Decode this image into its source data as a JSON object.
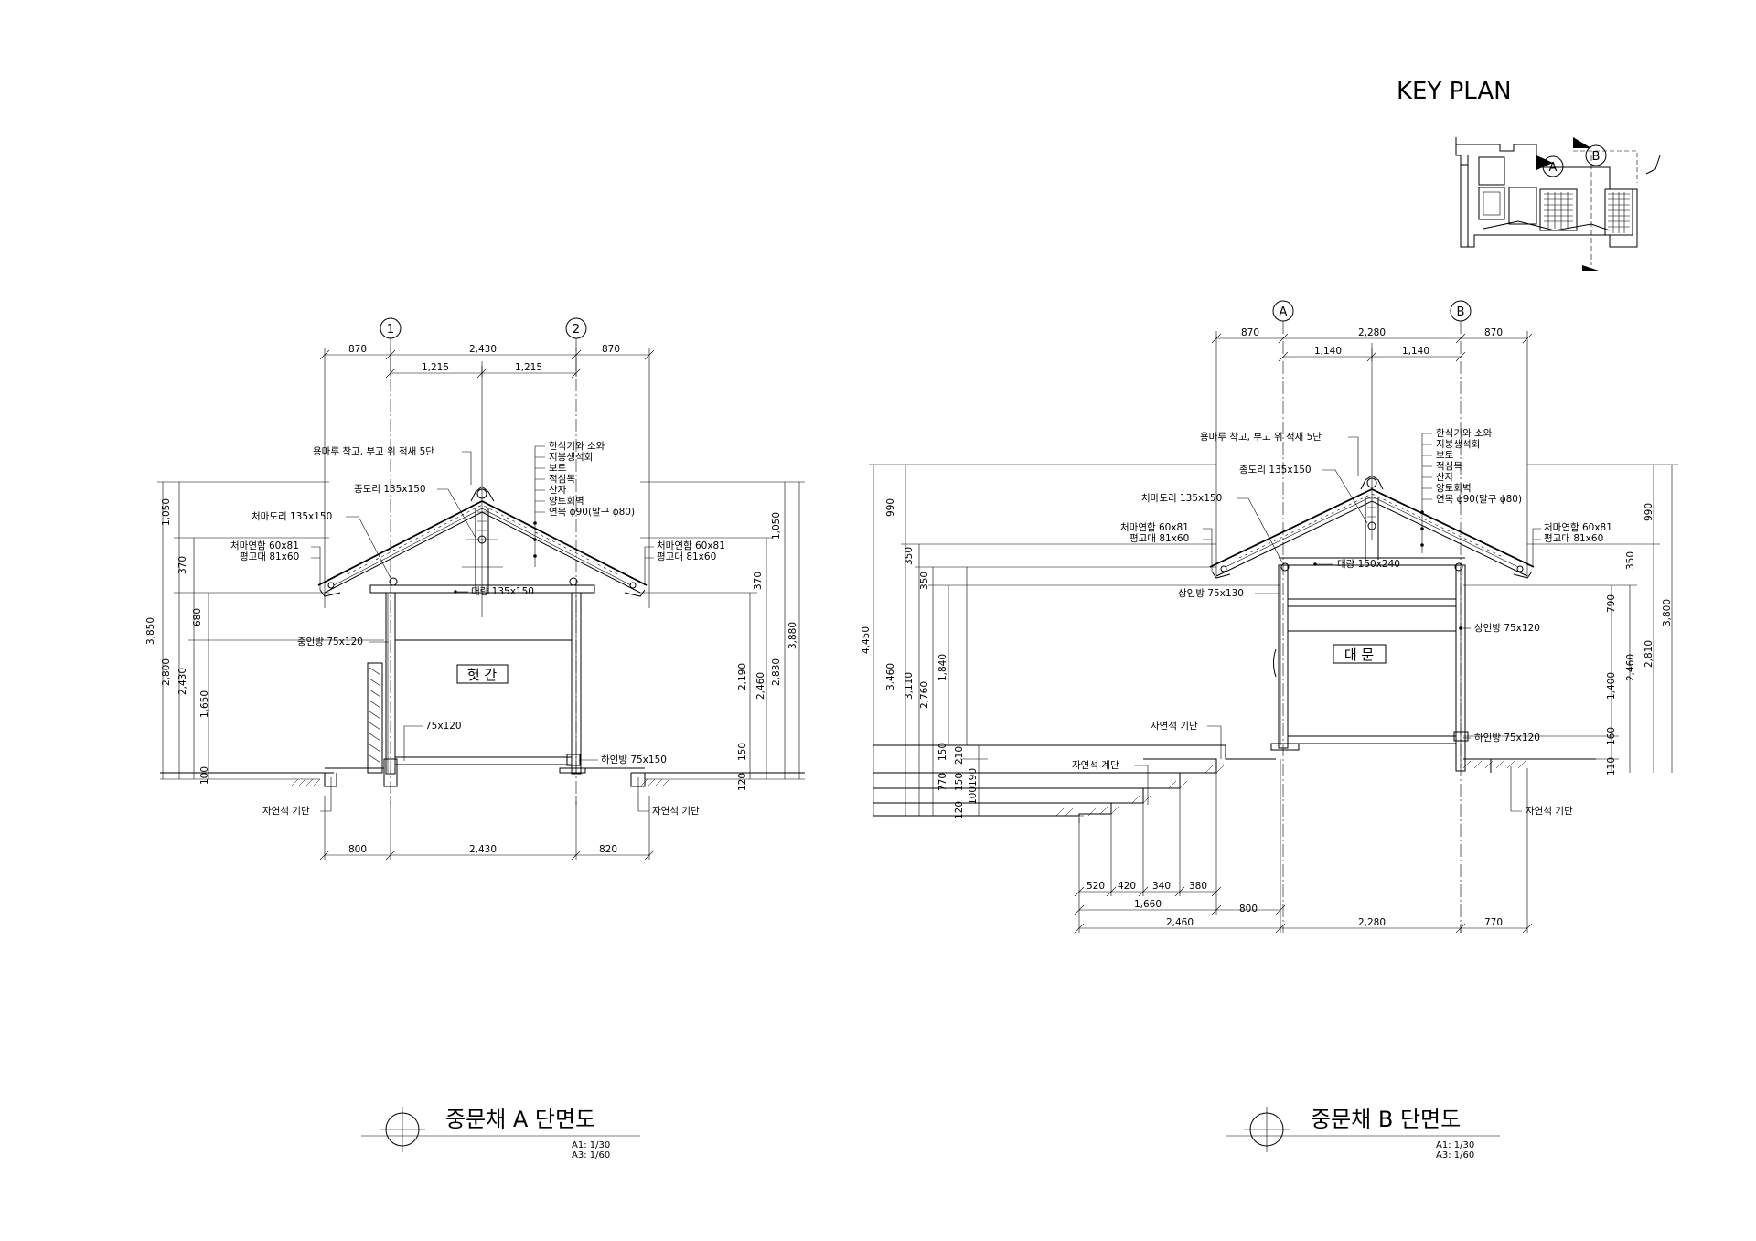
{
  "key_plan": {
    "title": "KEY PLAN",
    "section_marks": [
      "A",
      "B"
    ]
  },
  "section_a": {
    "title": "중문채 A 단면도",
    "scale_a1": "A1: 1/30",
    "scale_a3": "A3: 1/60",
    "grid_axes": [
      "1",
      "2"
    ],
    "top_dims_outer": [
      "870",
      "2,430",
      "870"
    ],
    "top_dims_inner": [
      "1,215",
      "1,215"
    ],
    "bottom_dims": [
      "800",
      "2,430",
      "820"
    ],
    "left_vdims": [
      "1,050",
      "370",
      "680",
      "3,850",
      "2,800",
      "2,430",
      "1,650",
      "100"
    ],
    "right_vdims": [
      "1,050",
      "370",
      "3,880",
      "2,830",
      "2,460",
      "2,190",
      "150",
      "120"
    ],
    "labels": {
      "ridge": "용마루 착고, 부고 위 적새 5단",
      "jongdori": "종도리 135x150",
      "cheomadori": "처마도리 135x150",
      "cheoma_yeonham": "처마연함 60x81",
      "pyeonggodae": "평고대 81x60",
      "daeryang": "대량 135x150",
      "jungibang": "중인방 75x120",
      "post": "75x120",
      "haibang": "하인방 75x150",
      "stone_base_l": "자연석 기단",
      "stone_base_r": "자연석 기단",
      "cheoma_yeonham_r": "처마연함 60x81",
      "pyeonggodae_r": "평고대 81x60",
      "room": "헛 간"
    },
    "roof_layers": [
      "한식기와 소와",
      "지붕생석회",
      "보토",
      "적심목",
      "산자",
      "양토회벽",
      "연목 ϕ90(말구 ϕ80)"
    ]
  },
  "section_b": {
    "title": "중문채 B 단면도",
    "scale_a1": "A1: 1/30",
    "scale_a3": "A3: 1/60",
    "grid_axes": [
      "A",
      "B"
    ],
    "top_dims_outer": [
      "870",
      "2,280",
      "870"
    ],
    "top_dims_inner": [
      "1,140",
      "1,140"
    ],
    "bottom_dims_steps": [
      "520",
      "420",
      "340",
      "380"
    ],
    "bottom_dims_mid": [
      "1,660",
      "800"
    ],
    "bottom_dims_total": [
      "2,460",
      "2,280",
      "770"
    ],
    "left_vdims": [
      "990",
      "350",
      "350",
      "4,450",
      "3,460",
      "3,110",
      "2,760",
      "1,840",
      "150",
      "210",
      "770",
      "150",
      "190",
      "100",
      "120"
    ],
    "right_vdims": [
      "990",
      "350",
      "790",
      "3,800",
      "2,810",
      "2,460",
      "1,400",
      "160",
      "110"
    ],
    "labels": {
      "ridge": "용마루 착고, 부고 위 적새 5단",
      "jongdori": "종도리 135x150",
      "cheomadori": "처마도리 135x150",
      "cheoma_yeonham": "처마연함 60x81",
      "pyeonggodae": "평고대 81x60",
      "daeryang": "대량 150x240",
      "sangibang_l": "상인방 75x130",
      "sangibang_r": "상인방 75x120",
      "haibang": "하인방 75x120",
      "stone_base_l": "자연석 기단",
      "stone_stairs": "자연석 계단",
      "stone_base_r": "자연석 기단",
      "cheoma_yeonham_r": "처마연함 60x81",
      "pyeonggodae_r": "평고대 81x60",
      "room": "대 문"
    },
    "roof_layers": [
      "한식기와 소와",
      "지붕생석회",
      "보토",
      "적심목",
      "산자",
      "양토회벽",
      "연목 ϕ90(말구 ϕ80)"
    ]
  }
}
